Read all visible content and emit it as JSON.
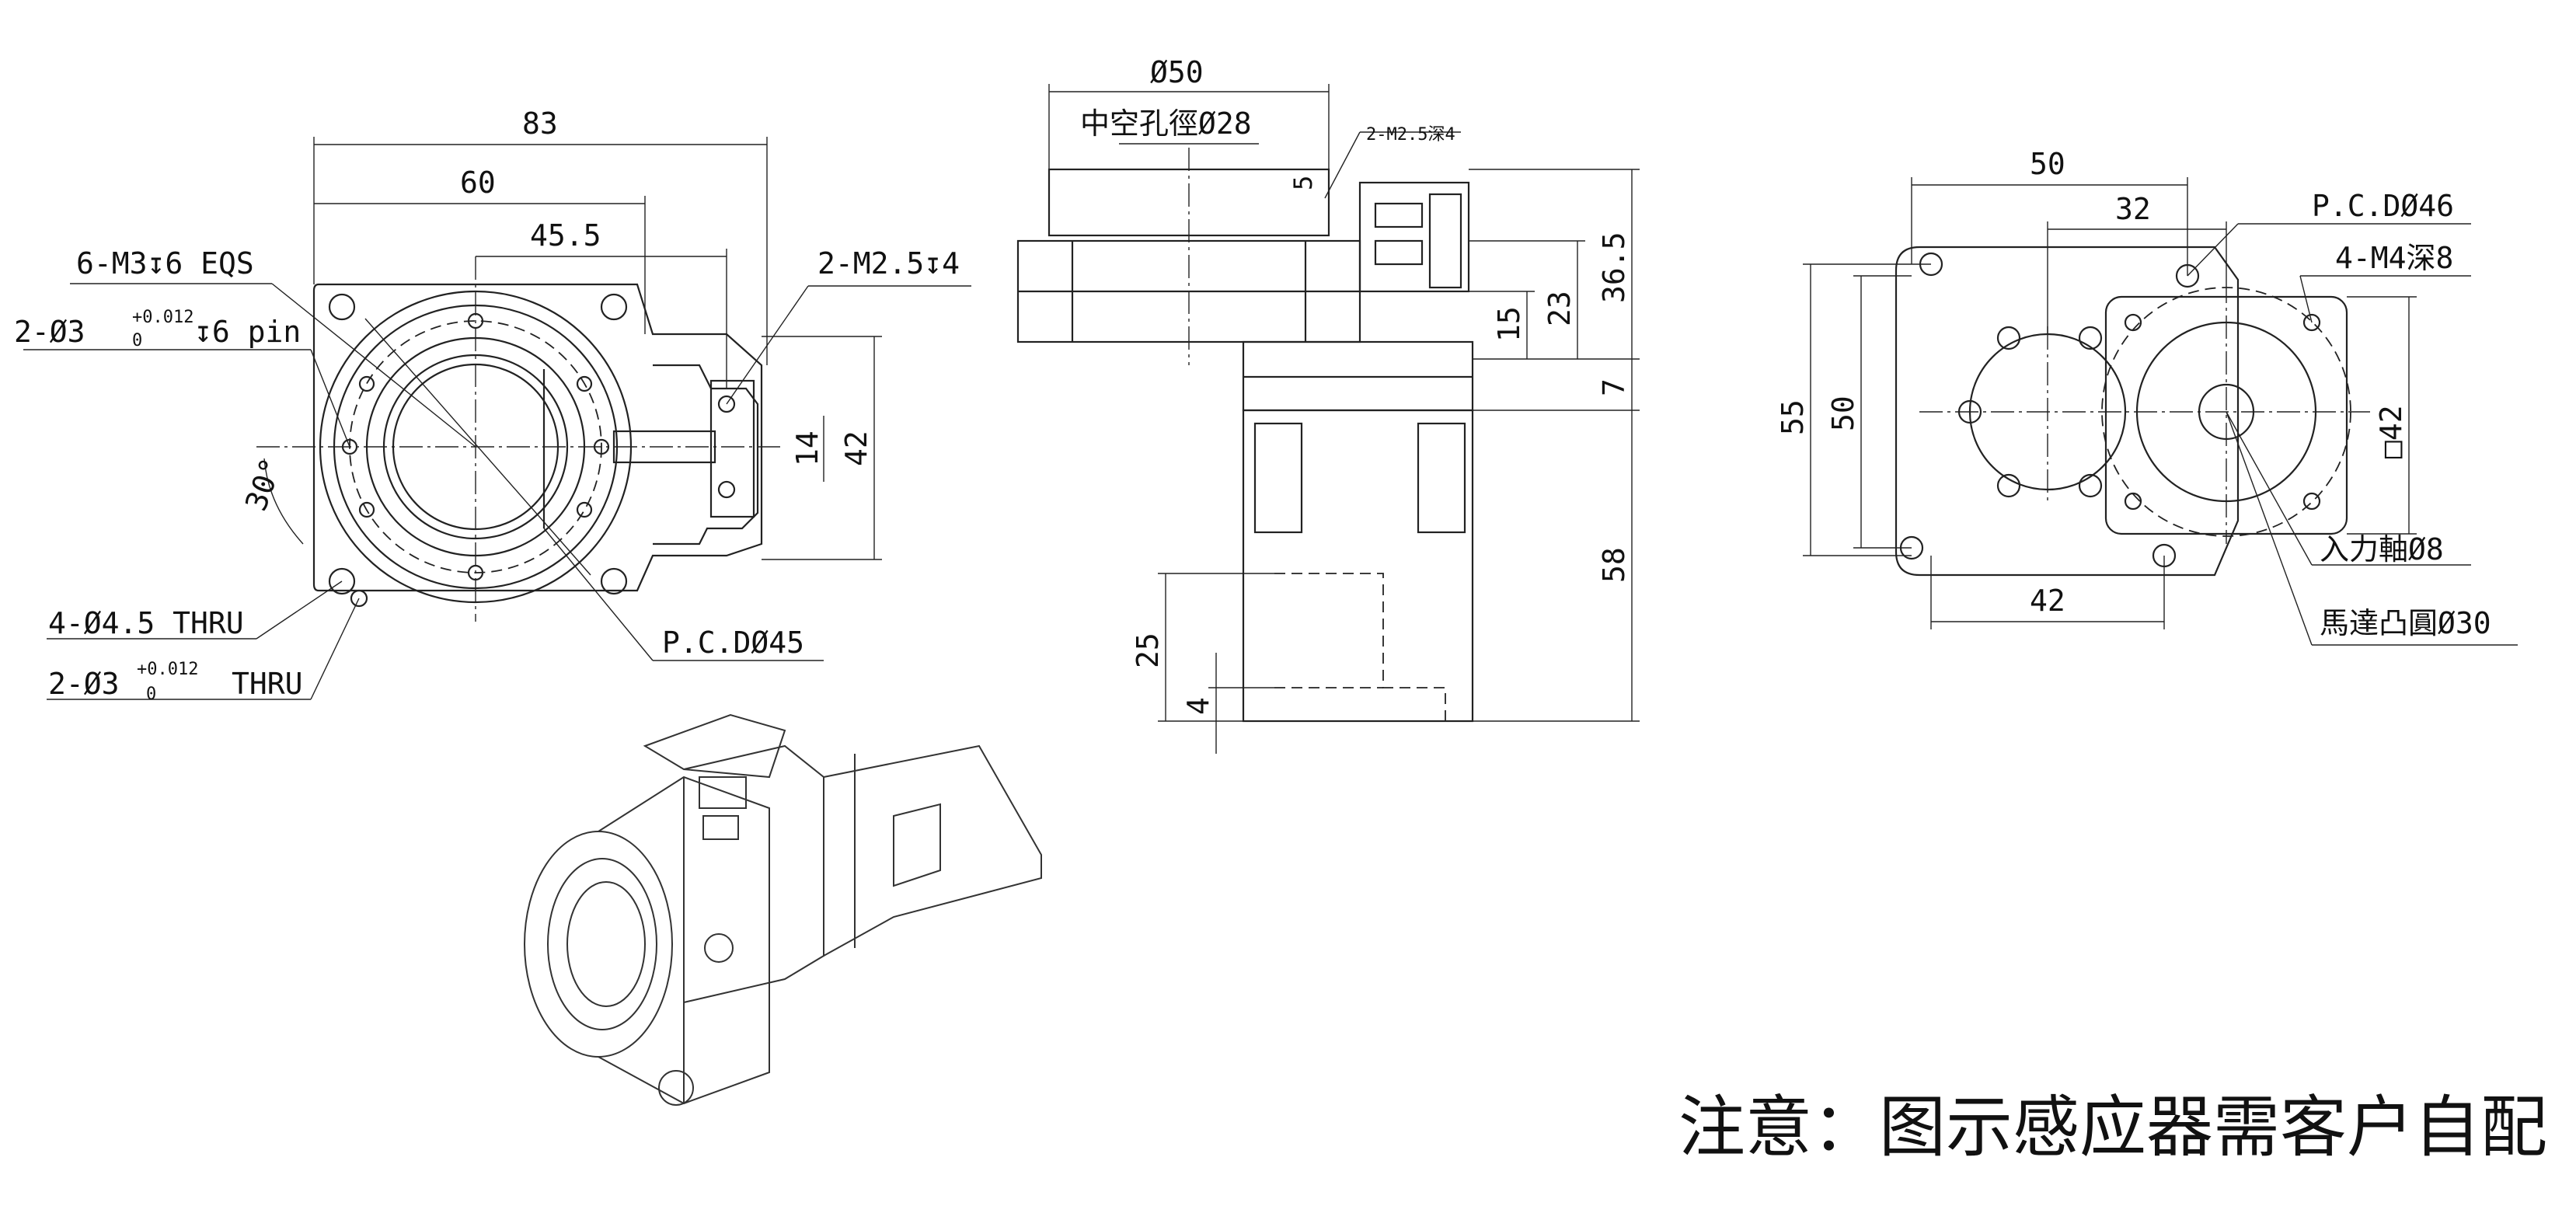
{
  "front_view": {
    "dim_83": "83",
    "dim_60": "60",
    "dim_45_5": "45.5",
    "dim_14": "14",
    "dim_42": "42",
    "angle_30": "30°",
    "callout_m3": "6-M3↧6 EQS",
    "callout_pin_prefix": "2-Ø3",
    "callout_pin_tol_upper": "+0.012",
    "callout_pin_tol_lower": "0",
    "callout_pin_suffix": "↧6 pin",
    "callout_m2_5": "2-M2.5↧4",
    "callout_thru_4_5": "4-Ø4.5 THRU",
    "callout_thru3_prefix": "2-Ø3",
    "callout_thru3_tol_upper": "+0.012",
    "callout_thru3_tol_lower": "0",
    "callout_thru3_suffix": "THRU",
    "callout_pcd": "P.C.DØ45"
  },
  "side_view": {
    "dim_50": "Ø50",
    "hollow_bore": "中空孔徑Ø28",
    "callout_m2_5_deep": "2-M2.5深4",
    "dim_5": "5",
    "dim_36_5": "36.5",
    "dim_23": "23",
    "dim_15": "15",
    "dim_7": "7",
    "dim_58": "58",
    "dim_25": "25",
    "dim_4": "4"
  },
  "motor_view": {
    "dim_50_top": "50",
    "dim_32": "32",
    "callout_pcd": "P.C.DØ46",
    "callout_m4": "4-M4深8",
    "dim_55": "55",
    "dim_50_left": "50",
    "dim_42_right": "□42",
    "dim_42_bottom": "42",
    "callout_input_shaft": "入力軸Ø8",
    "callout_motor_boss": "馬達凸圓Ø30"
  },
  "note": "注意：图示感应器需客户自配"
}
